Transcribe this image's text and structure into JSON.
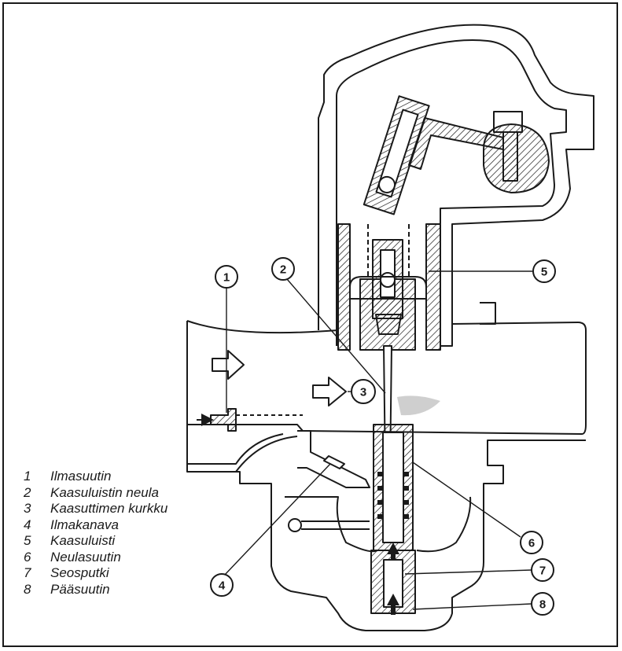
{
  "callouts": [
    {
      "number": "1"
    },
    {
      "number": "2"
    },
    {
      "number": "3"
    },
    {
      "number": "4"
    },
    {
      "number": "5"
    },
    {
      "number": "6"
    },
    {
      "number": "7"
    },
    {
      "number": "8"
    }
  ],
  "legend": [
    {
      "number": "1",
      "label": "Ilmasuutin"
    },
    {
      "number": "2",
      "label": "Kaasuluistin neula"
    },
    {
      "number": "3",
      "label": "Kaasuttimen kurkku"
    },
    {
      "number": "4",
      "label": "Ilmakanava"
    },
    {
      "number": "5",
      "label": "Kaasuluisti"
    },
    {
      "number": "6",
      "label": "Neulasuutin"
    },
    {
      "number": "7",
      "label": "Seosputki"
    },
    {
      "number": "8",
      "label": "Pääsuutin"
    }
  ],
  "colors": {
    "ink": "#1a1a1a",
    "hatch_fill": "#e6e6e6",
    "background": "#ffffff"
  }
}
